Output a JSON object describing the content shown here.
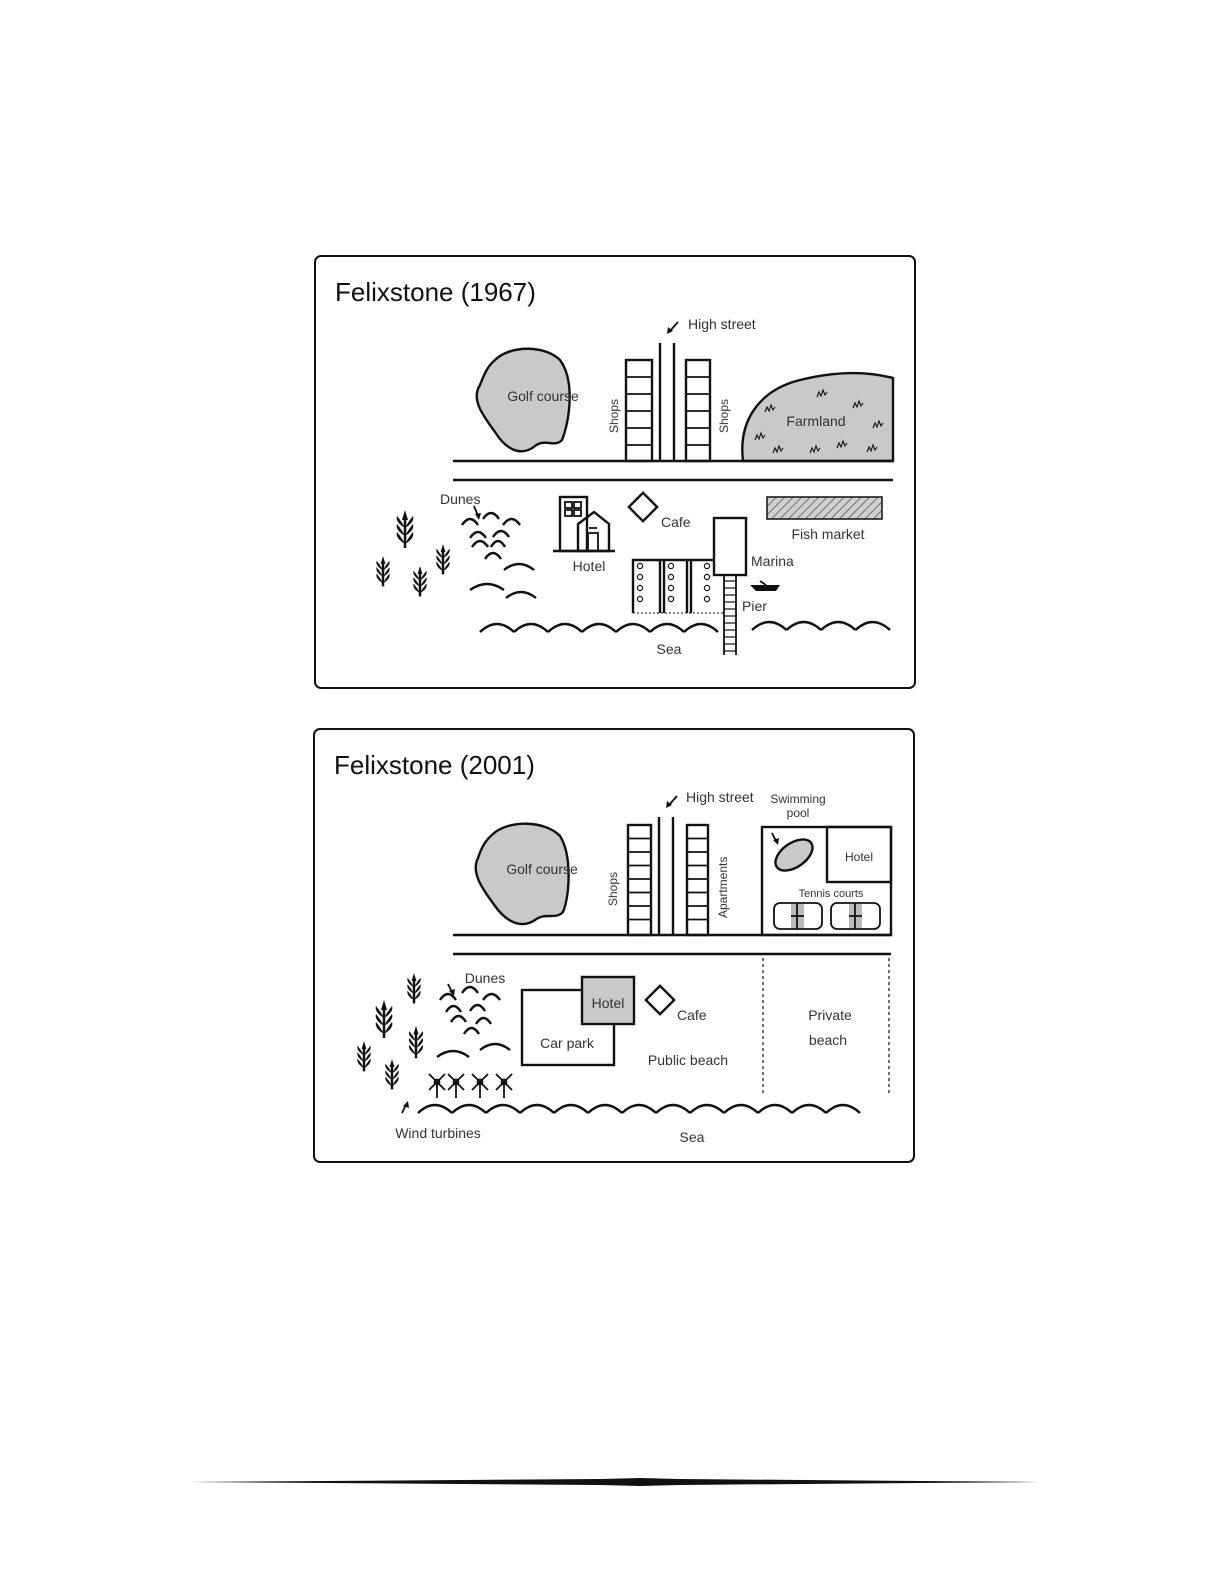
{
  "map_1967": {
    "title": "Felixstone (1967)",
    "labels": {
      "high_street": "High street",
      "golf_course": "Golf course",
      "shops_left": "Shops",
      "shops_right": "Shops",
      "farmland": "Farmland",
      "dunes": "Dunes",
      "hotel": "Hotel",
      "cafe": "Cafe",
      "fish_market": "Fish market",
      "marina": "Marina",
      "pier": "Pier",
      "sea": "Sea"
    }
  },
  "map_2001": {
    "title": "Felixstone (2001)",
    "labels": {
      "high_street": "High street",
      "swimming_pool_1": "Swimming",
      "swimming_pool_2": "pool",
      "golf_course": "Golf course",
      "shops": "Shops",
      "apartments": "Apartments",
      "hotel_resort": "Hotel",
      "tennis_courts": "Tennis courts",
      "dunes": "Dunes",
      "hotel": "Hotel",
      "car_park": "Car park",
      "cafe": "Cafe",
      "public_beach": "Public beach",
      "private_beach_1": "Private",
      "private_beach_2": "beach",
      "wind_turbines": "Wind turbines",
      "sea": "Sea"
    }
  },
  "colors": {
    "fill": "#c9c9c9",
    "ink": "#111111"
  }
}
